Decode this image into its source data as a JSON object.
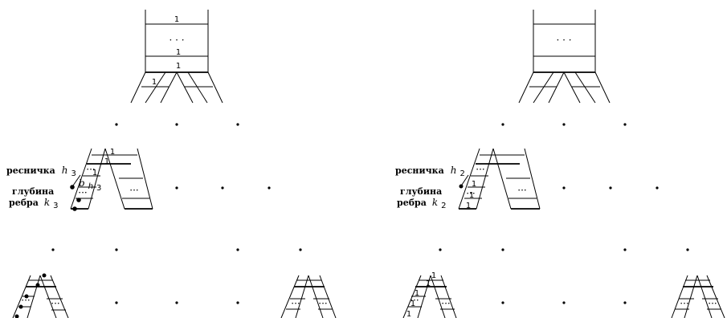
{
  "numbers": {
    "one": "1"
  },
  "ellipsis": "· · ·",
  "ellipsis_small": "···",
  "left_block": {
    "label_cilium": "ресничка",
    "var_h": "h",
    "sub_h": "3",
    "label_depth": "глубина",
    "var_b": "b",
    "sub_b_main": "h",
    "sub_b_sub": "3",
    "label_edge": "ребра",
    "var_k": "k",
    "sub_k": "3"
  },
  "right_block": {
    "label_cilium": "ресничка",
    "var_h": "h",
    "sub_h": "2",
    "label_depth": "глубина",
    "label_edge": "ребра",
    "var_k": "k",
    "sub_k": "2"
  }
}
